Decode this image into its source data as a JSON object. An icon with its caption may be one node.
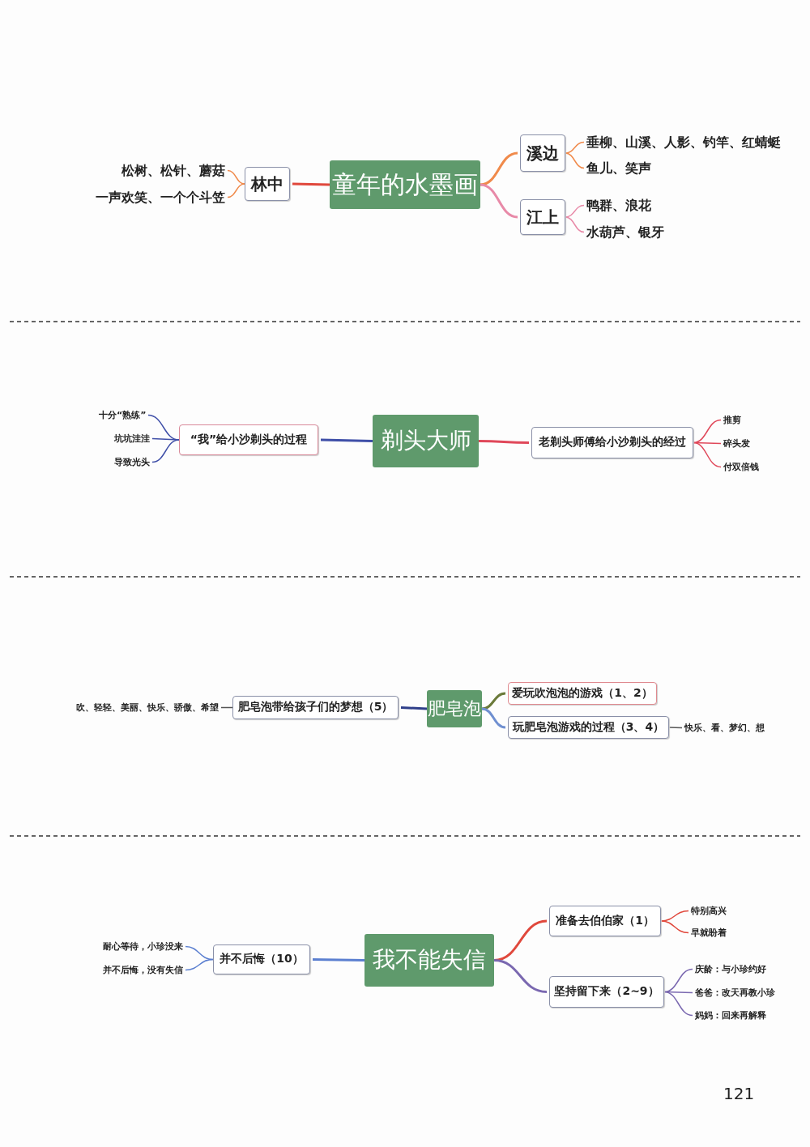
{
  "diagram": {
    "nodes": [
      {
        "text": [
          "童年的水墨画"
        ]
      },
      {
        "text": [
          "林中"
        ]
      },
      {
        "text": [
          "松树、松针、蘑菇"
        ]
      },
      {
        "text": [
          "一声欢笑、一个个斗笠"
        ]
      },
      {
        "text": [
          "溪边"
        ]
      },
      {
        "text": [
          "垂柳、山溪、人影、钓竿、红蜻蜓"
        ]
      },
      {
        "text": [
          "鱼儿、笑声"
        ]
      },
      {
        "text": [
          "江上"
        ]
      },
      {
        "text": [
          "鸭群、浪花"
        ]
      },
      {
        "text": [
          "水葫芦、银牙"
        ]
      },
      {
        "text": [
          "剃头大师"
        ]
      },
      {
        "text": [
          "“我”给小沙剃头的过程"
        ]
      },
      {
        "text": [
          "十分“熟练”"
        ]
      },
      {
        "text": [
          "坑坑洼洼"
        ]
      },
      {
        "text": [
          "导致光头"
        ]
      },
      {
        "text": [
          "老剃头师傅给小沙剃头的经过"
        ]
      },
      {
        "text": [
          "推剪"
        ]
      },
      {
        "text": [
          "碎头发"
        ]
      },
      {
        "text": [
          "付双倍钱"
        ]
      },
      {
        "text": [
          "肥皂泡"
        ]
      },
      {
        "text": [
          "肥皂泡带给孩子们的梦想（5）"
        ]
      },
      {
        "text": [
          "吹、轻轻、美丽、快乐、骄傲、希望"
        ]
      },
      {
        "text": [
          "爱玩吹泡泡的游戏（1、2）"
        ]
      },
      {
        "text": [
          "玩肥皂泡游戏的过程（3、4）"
        ]
      },
      {
        "text": [
          "快乐、看、梦幻、想"
        ]
      },
      {
        "text": [
          "我不能失信"
        ]
      },
      {
        "text": [
          "并不后悔（10）"
        ]
      },
      {
        "text": [
          "耐心等待，小珍没来"
        ]
      },
      {
        "text": [
          "并不后悔，没有失信"
        ]
      },
      {
        "text": [
          "准备去伯伯家（1）"
        ]
      },
      {
        "text": [
          "特别高兴"
        ]
      },
      {
        "text": [
          "早就盼着"
        ]
      },
      {
        "text": [
          "坚持留下来（2~9）"
        ]
      },
      {
        "text": [
          "庆龄：与小珍约好"
        ]
      },
      {
        "text": [
          "爸爸：改天再教小珍"
        ]
      },
      {
        "text": [
          "妈妈：回来再解释"
        ]
      }
    ],
    "edges": [
      {
        "from": 0,
        "to": 1,
        "arrow": "none",
        "color": "#e0483c"
      },
      {
        "from": 1,
        "to": 2,
        "arrow": "none",
        "color": "#f08a4b"
      },
      {
        "from": 1,
        "to": 3,
        "arrow": "none",
        "color": "#f08a4b"
      },
      {
        "from": 0,
        "to": 4,
        "arrow": "none",
        "color": "#f08a4b"
      },
      {
        "from": 4,
        "to": 5,
        "arrow": "none",
        "color": "#f08a4b"
      },
      {
        "from": 4,
        "to": 6,
        "arrow": "none",
        "color": "#f08a4b"
      },
      {
        "from": 0,
        "to": 7,
        "arrow": "none",
        "color": "#e88aa8"
      },
      {
        "from": 7,
        "to": 8,
        "arrow": "none",
        "color": "#e88aa8"
      },
      {
        "from": 7,
        "to": 9,
        "arrow": "none",
        "color": "#e88aa8"
      },
      {
        "from": 10,
        "to": 11,
        "arrow": "none",
        "color": "#3f4fa8"
      },
      {
        "from": 11,
        "to": 12,
        "arrow": "none",
        "color": "#3f4fa8"
      },
      {
        "from": 11,
        "to": 13,
        "arrow": "none",
        "color": "#3f4fa8"
      },
      {
        "from": 11,
        "to": 14,
        "arrow": "none",
        "color": "#3f4fa8"
      },
      {
        "from": 10,
        "to": 15,
        "arrow": "none",
        "color": "#e0485a"
      },
      {
        "from": 15,
        "to": 16,
        "arrow": "none",
        "color": "#e0485a"
      },
      {
        "from": 15,
        "to": 17,
        "arrow": "none",
        "color": "#e0485a"
      },
      {
        "from": 15,
        "to": 18,
        "arrow": "none",
        "color": "#e0485a"
      },
      {
        "from": 19,
        "to": 20,
        "arrow": "none",
        "color": "#2f3f8a"
      },
      {
        "from": 20,
        "to": 21,
        "arrow": "none",
        "color": "#555555"
      },
      {
        "from": 19,
        "to": 22,
        "arrow": "none",
        "color": "#6b7a3a"
      },
      {
        "from": 19,
        "to": 23,
        "arrow": "none",
        "color": "#6f8fd0"
      },
      {
        "from": 23,
        "to": 24,
        "arrow": "none",
        "color": "#555555"
      },
      {
        "from": 25,
        "to": 26,
        "arrow": "none",
        "color": "#5b7fd0"
      },
      {
        "from": 26,
        "to": 27,
        "arrow": "none",
        "color": "#5b7fd0"
      },
      {
        "from": 26,
        "to": 28,
        "arrow": "none",
        "color": "#5b7fd0"
      },
      {
        "from": 25,
        "to": 29,
        "arrow": "none",
        "color": "#e0483c"
      },
      {
        "from": 29,
        "to": 30,
        "arrow": "none",
        "color": "#e0483c"
      },
      {
        "from": 29,
        "to": 31,
        "arrow": "none",
        "color": "#e0483c"
      },
      {
        "from": 25,
        "to": 32,
        "arrow": "none",
        "color": "#7a68b0"
      },
      {
        "from": 32,
        "to": 33,
        "arrow": "none",
        "color": "#7a68b0"
      },
      {
        "from": 32,
        "to": 34,
        "arrow": "none",
        "color": "#7a68b0"
      },
      {
        "from": 32,
        "to": 35,
        "arrow": "none",
        "color": "#7a68b0"
      }
    ],
    "labels": [
      "121"
    ]
  }
}
